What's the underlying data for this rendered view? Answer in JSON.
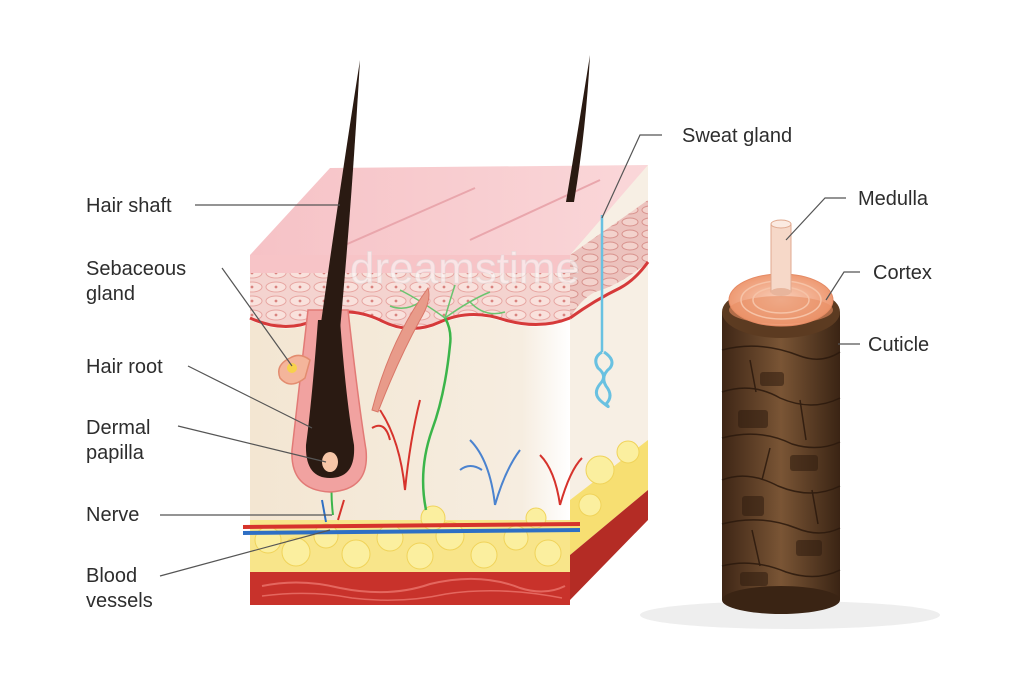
{
  "labels": {
    "hair_shaft": "Hair shaft",
    "sebaceous_gland": [
      "Sebaceous",
      "gland"
    ],
    "hair_root": "Hair root",
    "dermal_papilla": [
      "Dermal",
      "papilla"
    ],
    "nerve": "Nerve",
    "blood_vessels": [
      "Blood",
      "vessels"
    ],
    "sweat_gland": "Sweat gland",
    "medulla": "Medulla",
    "cortex": "Cortex",
    "cuticle": "Cuticle"
  },
  "watermark": "dreamstime",
  "colors": {
    "epidermis_top": "#f7c6c8",
    "epidermis_cells": "#f4d3cf",
    "dermis": "#f3e7d6",
    "fat": "#f8e68a",
    "muscle_base": "#c8322b",
    "hair": "#2a1a12",
    "follicle": "#f1a2a0",
    "nerve": "#3bb54a",
    "vein": "#2e6fc4",
    "artery": "#d6332c",
    "sweat_gland": "#69c1e1",
    "hair_cylinder": "#5a3b22",
    "cortex": "#f2a786",
    "medulla": "#f6d8c8"
  }
}
